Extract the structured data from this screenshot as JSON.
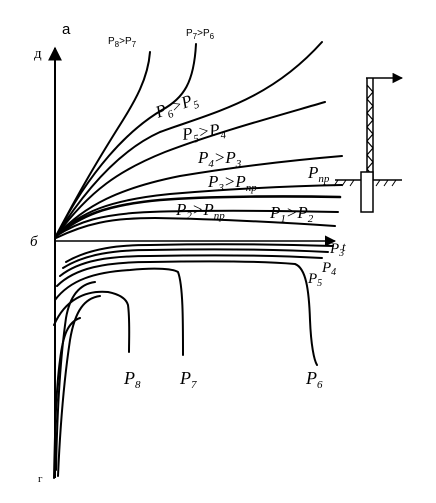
{
  "corner_label": "а",
  "axes": {
    "y_top_label": "д",
    "origin_label": "б",
    "x_right_label": "t",
    "bottom_label": "г"
  },
  "upper_curves": [
    {
      "parts": [
        [
          "P",
          "8"
        ],
        [
          ">",
          ""
        ],
        [
          "P",
          "7"
        ]
      ]
    },
    {
      "parts": [
        [
          "P",
          "7"
        ],
        [
          ">",
          ""
        ],
        [
          "P",
          "6"
        ]
      ]
    },
    {
      "parts": [
        [
          "P",
          "6"
        ],
        [
          ">",
          ""
        ],
        [
          "P",
          "5"
        ]
      ]
    },
    {
      "parts": [
        [
          "P",
          "5"
        ],
        [
          ">",
          ""
        ],
        [
          "P",
          "4"
        ]
      ]
    },
    {
      "parts": [
        [
          "P",
          "4"
        ],
        [
          ">",
          ""
        ],
        [
          "P",
          "3"
        ]
      ]
    },
    {
      "parts": [
        [
          "P",
          "3"
        ],
        [
          ">",
          ""
        ],
        [
          "P",
          "пр"
        ]
      ]
    },
    {
      "parts": [
        [
          "P",
          "пр"
        ]
      ]
    },
    {
      "parts": [
        [
          "P",
          "2"
        ],
        [
          ">",
          ""
        ],
        [
          "P",
          "пр"
        ]
      ]
    },
    {
      "parts": [
        [
          "P",
          "1"
        ],
        [
          ">",
          ""
        ],
        [
          "P",
          "2"
        ]
      ]
    }
  ],
  "lower_curves": [
    {
      "base": "P",
      "sub": "3"
    },
    {
      "base": "P",
      "sub": "4"
    },
    {
      "base": "P",
      "sub": "5"
    },
    {
      "base": "P",
      "sub": "6"
    },
    {
      "base": "P",
      "sub": "7"
    },
    {
      "base": "P",
      "sub": "8"
    }
  ],
  "colors": {
    "ink": "#000000",
    "paper": "#ffffff"
  }
}
